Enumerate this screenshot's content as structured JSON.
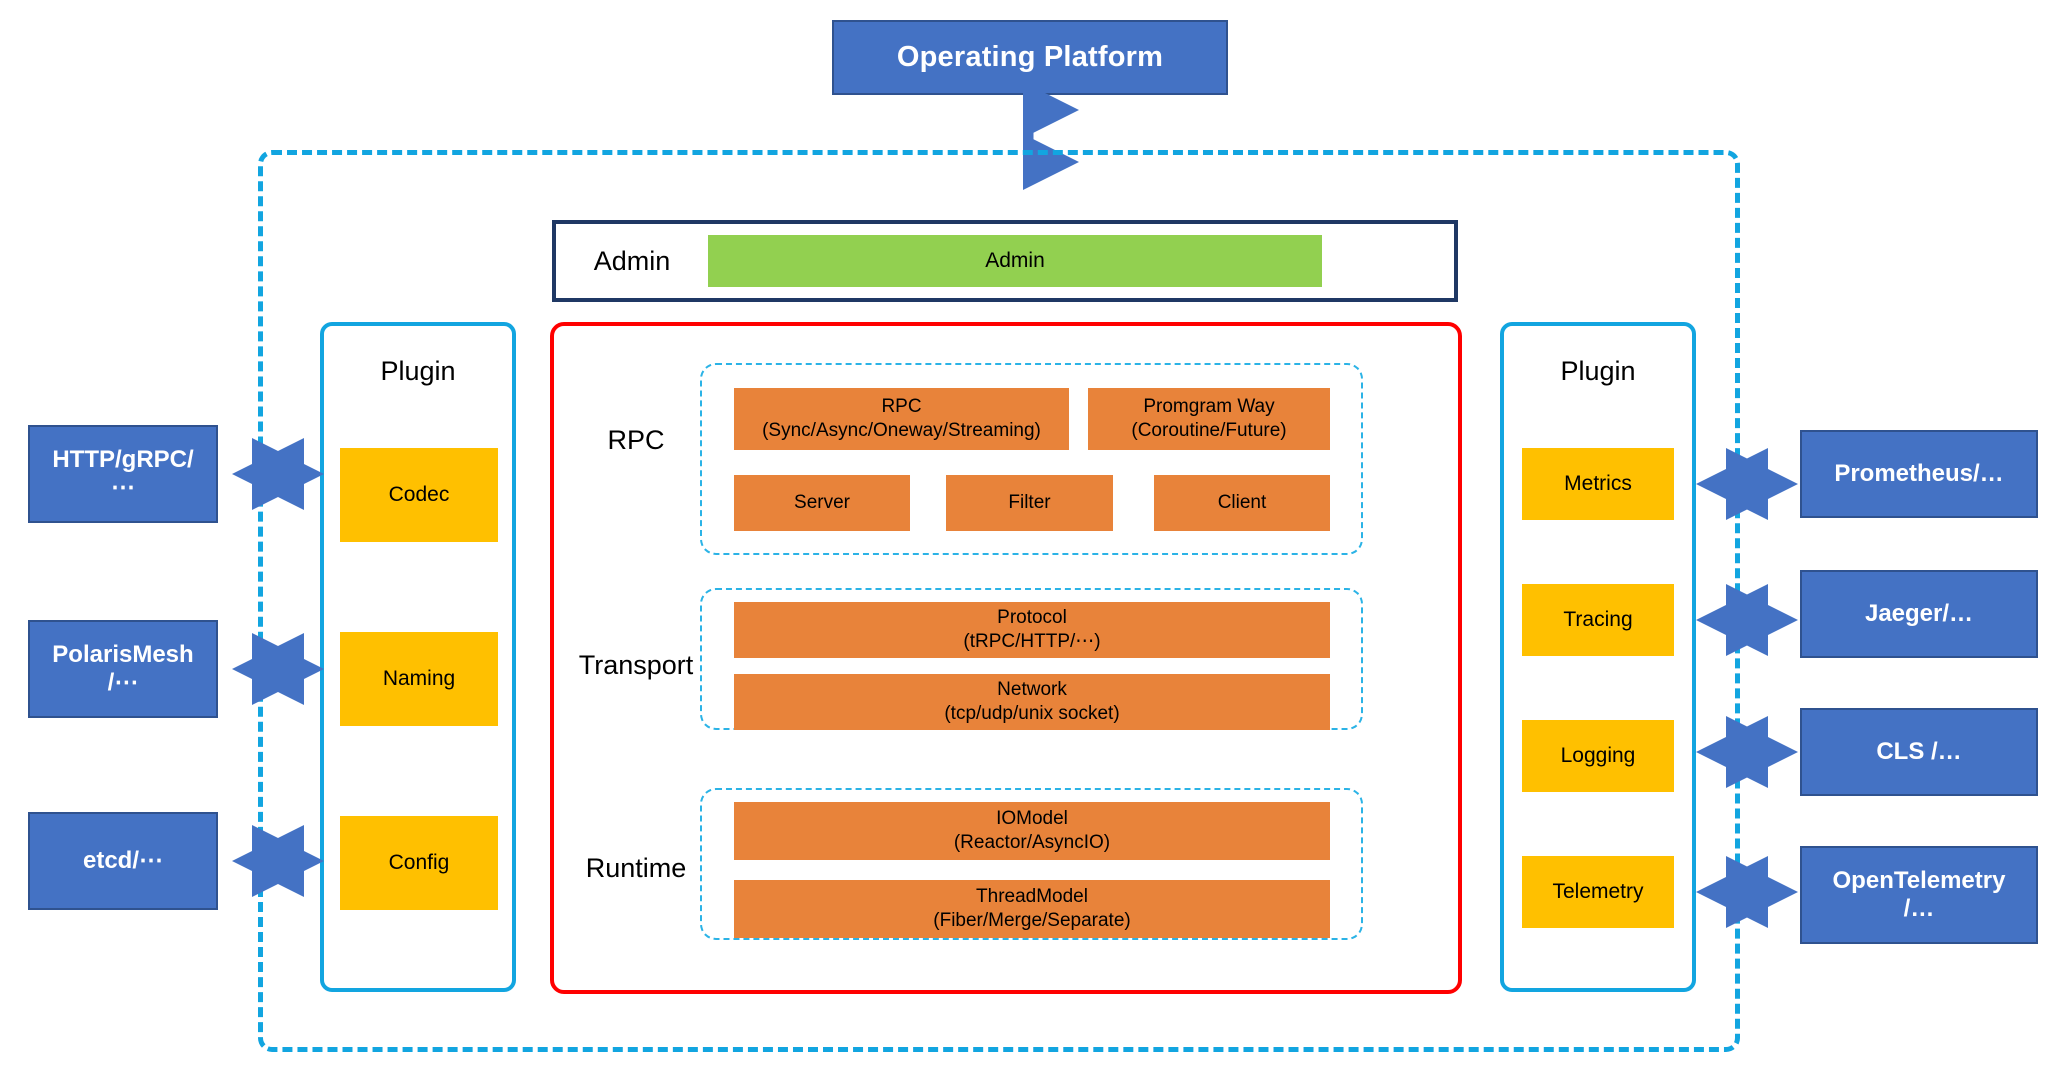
{
  "header": {
    "title": "Operating Platform"
  },
  "admin": {
    "label": "Admin",
    "bar_label": "Admin"
  },
  "tiers": [
    {
      "name": "RPC",
      "rows": [
        [
          {
            "line1": "RPC",
            "line2": "(Sync/Async/Oneway/Streaming)"
          },
          {
            "line1": "Promgram Way",
            "line2": "(Coroutine/Future)"
          }
        ],
        [
          {
            "line1": "Server",
            "line2": ""
          },
          {
            "line1": "Filter",
            "line2": ""
          },
          {
            "line1": "Client",
            "line2": ""
          }
        ]
      ]
    },
    {
      "name": "Transport",
      "rows": [
        [
          {
            "line1": "Protocol",
            "line2": "(tRPC/HTTP/⋯)"
          }
        ],
        [
          {
            "line1": "Network",
            "line2": "(tcp/udp/unix socket)"
          }
        ]
      ]
    },
    {
      "name": "Runtime",
      "rows": [
        [
          {
            "line1": "IOModel",
            "line2": "(Reactor/AsyncIO)"
          }
        ],
        [
          {
            "line1": "ThreadModel",
            "line2": "(Fiber/Merge/Separate)"
          }
        ]
      ]
    }
  ],
  "left_plugin": {
    "title": "Plugin",
    "items": [
      {
        "label": "Codec"
      },
      {
        "label": "Naming"
      },
      {
        "label": "Config"
      }
    ]
  },
  "right_plugin": {
    "title": "Plugin",
    "items": [
      {
        "label": "Metrics"
      },
      {
        "label": "Tracing"
      },
      {
        "label": "Logging"
      },
      {
        "label": "Telemetry"
      }
    ]
  },
  "left_externals": [
    {
      "line1": "HTTP/gRPC/",
      "line2": "⋯"
    },
    {
      "line1": "PolarisMesh",
      "line2": "/⋯"
    },
    {
      "line1": "etcd/⋯",
      "line2": ""
    }
  ],
  "right_externals": [
    {
      "line1": "Prometheus/…",
      "line2": ""
    },
    {
      "line1": "Jaeger/…",
      "line2": ""
    },
    {
      "line1": "CLS /…",
      "line2": ""
    },
    {
      "line1": "OpenTelemetry",
      "line2": "/…"
    }
  ],
  "colors": {
    "accent_blue": "#4472C4",
    "dashed_cyan": "#12A5E0",
    "core_red": "#FF0000",
    "admin_navy": "#1F3864",
    "admin_green": "#92D050",
    "plugin_yellow": "#FFC000",
    "module_orange": "#E8833A"
  },
  "icons": {
    "vertical_double_arrow": "double-arrow-vertical-icon",
    "horizontal_double_arrow": "double-arrow-horizontal-icon"
  }
}
